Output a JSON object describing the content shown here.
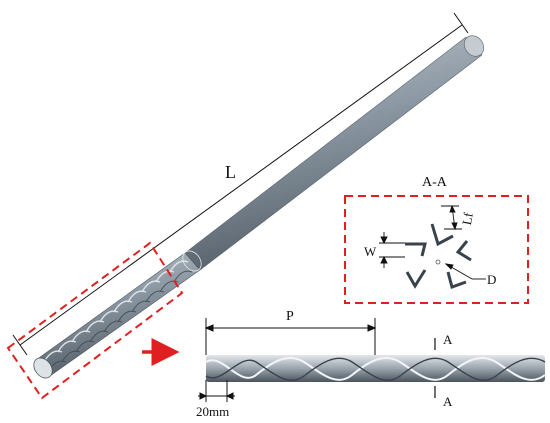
{
  "labels": {
    "length": "L",
    "section": "A-A",
    "pitch": "P",
    "section_mark_top": "A",
    "section_mark_bottom": "A",
    "width": "W",
    "fin_length": "Lf",
    "diameter": "D",
    "scale": "20mm"
  },
  "colors": {
    "tube_body": "#8f9ba6",
    "tube_dark": "#4f5a64",
    "highlight_box": "#e02020",
    "arrow": "#e02020",
    "line": "#111111"
  }
}
